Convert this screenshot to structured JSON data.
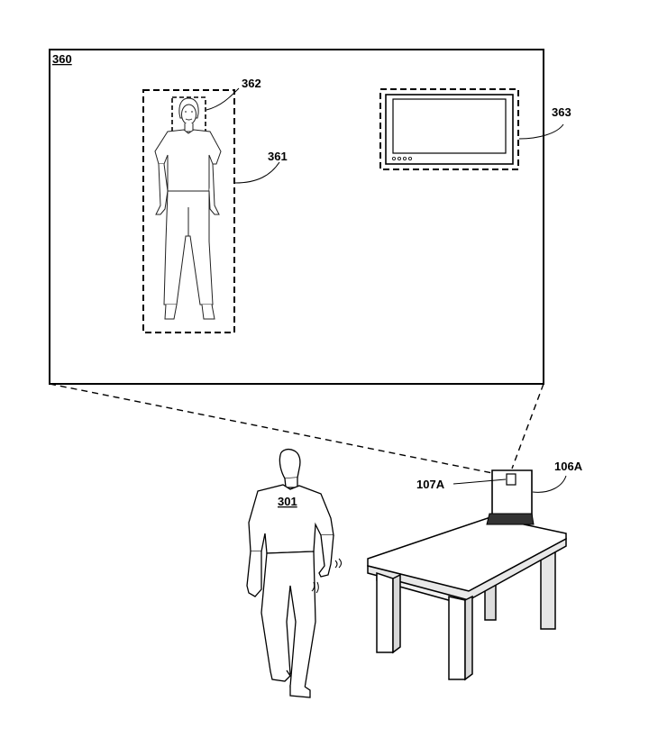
{
  "labels": {
    "frame": "360",
    "person_box": "361",
    "face_box": "362",
    "tv_box": "363",
    "person": "301",
    "camera": "107A",
    "device": "106A"
  },
  "colors": {
    "ink": "#000000",
    "background": "#ffffff"
  },
  "icons": {
    "person_in_frame": "person-figure-icon",
    "tv": "television-icon",
    "walking_person": "walking-person-icon",
    "table": "table-icon",
    "device": "laptop-device-icon"
  }
}
